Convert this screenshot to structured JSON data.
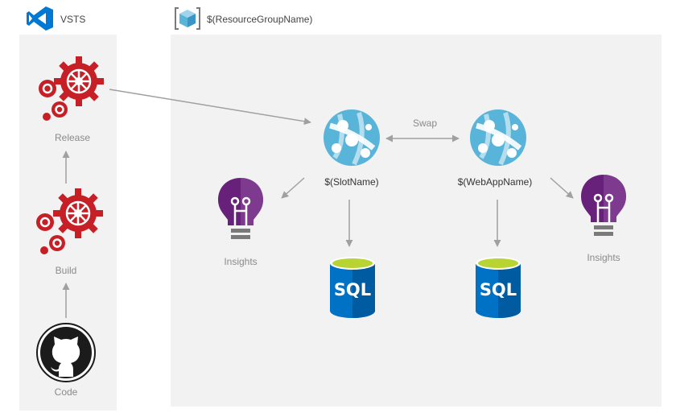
{
  "vsts": {
    "label": "VSTS"
  },
  "resource_group": {
    "label": "$(ResourceGroupName)"
  },
  "pipeline": {
    "release_label": "Release",
    "build_label": "Build",
    "code_label": "Code"
  },
  "resources": {
    "swap_label": "Swap",
    "slot_label": "$(SlotName)",
    "webapp_label": "$(WebAppName)",
    "insights_left_label": "Insights",
    "insights_right_label": "Insights",
    "sql_text": "SQL"
  },
  "colors": {
    "gear_red": "#c62026",
    "webapp_blue": "#59b4d9",
    "insights_purple": "#68217a",
    "sql_blue": "#0072c6",
    "sql_top": "#b8d432",
    "arrow_gray": "#a0a0a0",
    "panel_bg": "#f2f2f2",
    "vsts_blue": "#0078d4"
  },
  "icons": [
    "vsts-logo-icon",
    "resource-group-icon",
    "gears-icon",
    "github-icon",
    "web-app-icon",
    "app-insights-icon",
    "sql-database-icon"
  ]
}
